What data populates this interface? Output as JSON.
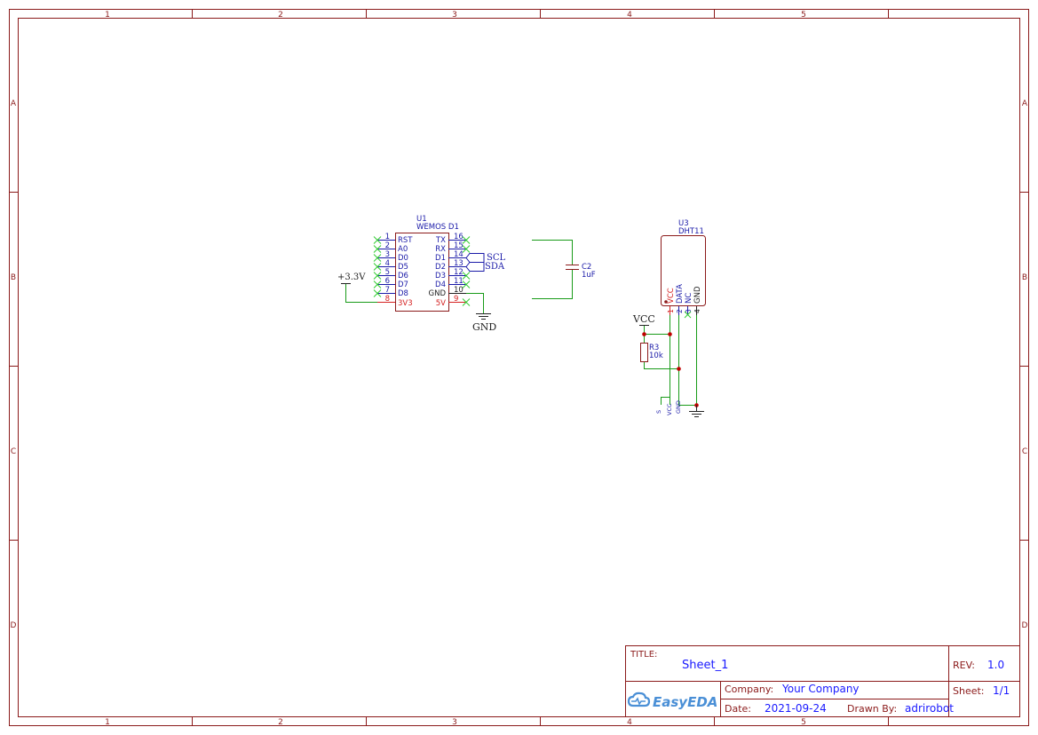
{
  "frame": {
    "col_labels": [
      "1",
      "2",
      "3",
      "4",
      "5"
    ],
    "row_labels": [
      "A",
      "B",
      "C",
      "D"
    ]
  },
  "colors": {
    "frame": "#8b1a1a",
    "wire": "#199b19",
    "pin_text": "#1a1aa8",
    "component": "#8b1a1a",
    "title_value": "#1a1aff",
    "noconnect": "#33cc33",
    "power_pin": "#d42020"
  },
  "u1": {
    "designator": "U1",
    "value": "WEMOS D1",
    "left_pins": [
      {
        "num": "1",
        "name": "RST"
      },
      {
        "num": "2",
        "name": "A0"
      },
      {
        "num": "3",
        "name": "D0"
      },
      {
        "num": "4",
        "name": "D5"
      },
      {
        "num": "5",
        "name": "D6"
      },
      {
        "num": "6",
        "name": "D7"
      },
      {
        "num": "7",
        "name": "D8"
      },
      {
        "num": "8",
        "name": "3V3"
      }
    ],
    "right_pins": [
      {
        "num": "16",
        "name": "TX"
      },
      {
        "num": "15",
        "name": "RX"
      },
      {
        "num": "14",
        "name": "D1"
      },
      {
        "num": "13",
        "name": "D2"
      },
      {
        "num": "12",
        "name": "D3"
      },
      {
        "num": "11",
        "name": "D4"
      },
      {
        "num": "10",
        "name": "GND"
      },
      {
        "num": "9",
        "name": "5V"
      }
    ],
    "net_labels": [
      "SCL",
      "SDA"
    ]
  },
  "power": {
    "v33": "+3.3V",
    "gnd1": "GND",
    "vcc": "VCC"
  },
  "c2": {
    "designator": "C2",
    "value": "1uF"
  },
  "u3": {
    "designator": "U3",
    "value": "DHT11",
    "pins": [
      {
        "num": "1",
        "name": "VCC"
      },
      {
        "num": "2",
        "name": "DATA"
      },
      {
        "num": "3",
        "name": "NC"
      },
      {
        "num": "4",
        "name": "GND"
      }
    ]
  },
  "r3": {
    "designator": "R3",
    "value": "10k"
  },
  "header": {
    "pins": [
      "S",
      "VCC",
      "GND"
    ]
  },
  "title_block": {
    "title_label": "TITLE:",
    "title_value": "Sheet_1",
    "rev_label": "REV:",
    "rev_value": "1.0",
    "company_label": "Company:",
    "company_value": "Your Company",
    "sheet_label": "Sheet:",
    "sheet_value": "1/1",
    "date_label": "Date:",
    "date_value": "2021-09-24",
    "drawn_label": "Drawn By:",
    "drawn_value": "adrirobot",
    "logo_text": "EasyEDA"
  }
}
